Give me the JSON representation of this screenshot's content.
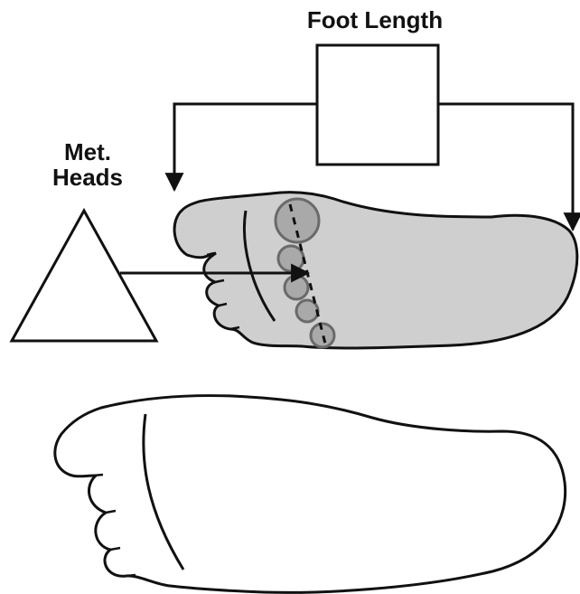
{
  "labels": {
    "foot_length": "Foot Length",
    "met_heads_line1": "Met.",
    "met_heads_line2": "Heads"
  },
  "colors": {
    "outline": "#111111",
    "foot_fill_top": "#cfcfcf",
    "foot_fill_bottom": "#ffffff",
    "met_head_fill": "#a9a9a9",
    "met_head_stroke": "#6a6a6a"
  },
  "icons": {
    "length_indicator": "square-icon",
    "met_heads_indicator": "triangle-icon"
  }
}
